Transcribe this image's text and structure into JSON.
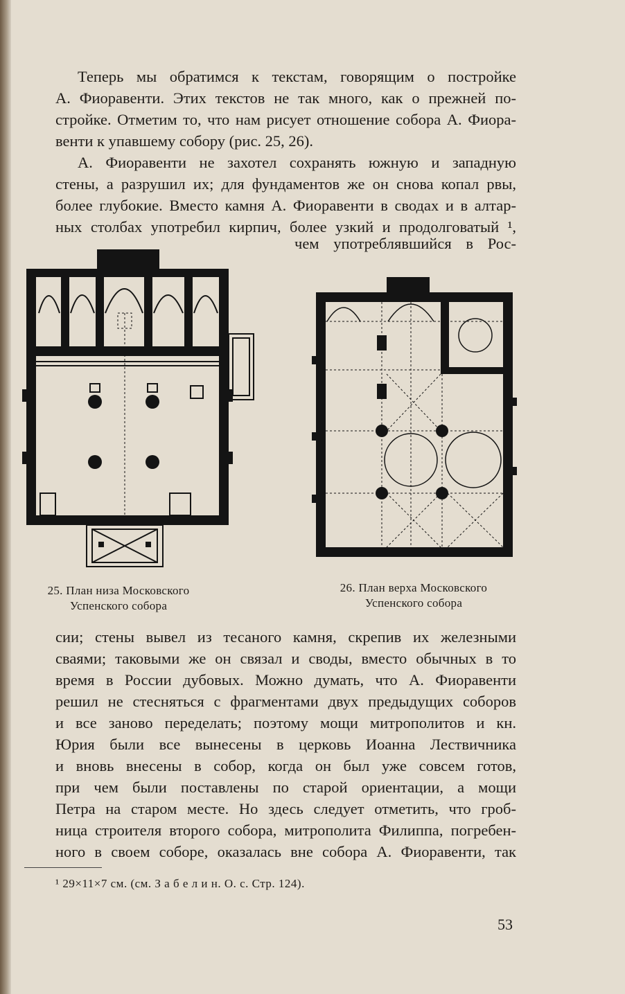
{
  "paragraphs": [
    [
      "Теперь мы обратимся к текстам, говорящим о постройке",
      "А. Фиоравенти. Этих текстов не так много, как о прежней по-",
      "стройке. Отметим то, что нам рисует отношение собора А. Фиора-",
      "венти к упавшему собору (рис. 25, 26)."
    ],
    [
      "А. Фиоравенти не захотел сохранять южную и западную",
      "стены, а разрушил их; для фундаментов же он снова копал рвы,",
      "более глубокие. Вместо камня А. Фиоравенти в сводах и в алтар-",
      "ных столбах употребил кирпич, более узкий и продолговатый ¹,",
      "чем употреблявшийся в Рос-"
    ]
  ],
  "continuation": [
    "сии; стены вывел из тесаного камня, скрепив их железными",
    "сваями; таковыми же он связал и своды, вместо обычных в то",
    "время в России дубовых. Можно думать, что А. Фиоравенти",
    "решил не стесняться с фрагментами двух предыдущих соборов",
    "и все заново переделать; поэтому мощи митрополитов и кн.",
    "Юрия были все вынесены в церковь Иоанна Лествичника",
    "и вновь внесены в собор, когда он был уже совсем готов,",
    "при чем были поставлены по старой ориентации, а мощи",
    "Петра на старом месте. Но здесь следует отметить, что гроб-",
    "ница строителя второго собора, митрополита Филиппа, погребен-",
    "ного в своем соборе, оказалась вне собора А. Фиоравенти, так"
  ],
  "figures": {
    "fig25": {
      "caption_l1": "25. План низа Московского",
      "caption_l2": "Успенского собора"
    },
    "fig26": {
      "caption_l1": "26. План верха Московского",
      "caption_l2": "Успенского собора"
    }
  },
  "footnote": "¹ 29×11×7 см. (см. З а б е л и н. О. с. Стр. 124).",
  "page_number": "53"
}
